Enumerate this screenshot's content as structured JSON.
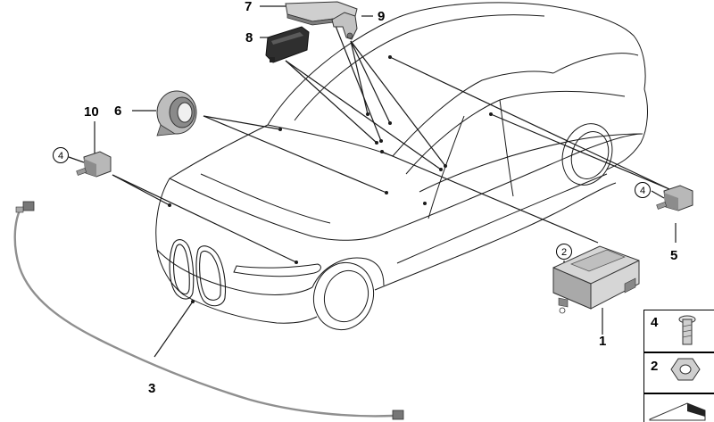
{
  "callouts": {
    "p1": "1",
    "p2": "2",
    "p3": "3",
    "p4": "4",
    "p5": "5",
    "p6": "6",
    "p7": "7",
    "p8": "8",
    "p9": "9",
    "p10": "10"
  },
  "circled_refs": {
    "c2": "2",
    "c4_left": "4",
    "c4_right": "4"
  },
  "legend": {
    "bolt_label": "4",
    "nut_label": "2"
  },
  "colors": {
    "line": "#1a1a1a",
    "part_fill": "#c9c9c9",
    "part_dark": "#3a3a3a"
  }
}
